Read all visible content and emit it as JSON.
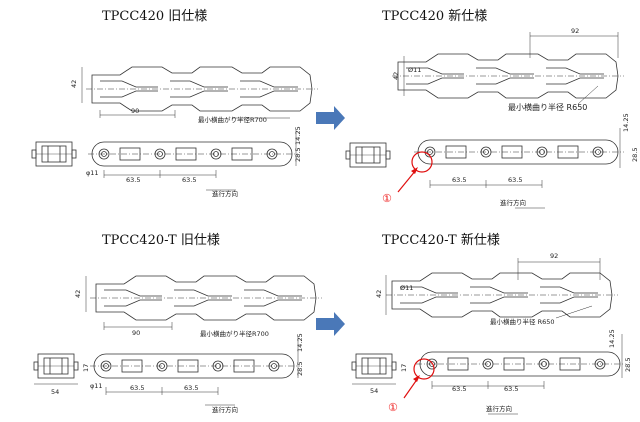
{
  "titles": {
    "tl": "TPCC420 旧仕様",
    "tr": "TPCC420 新仕様",
    "bl": "TPCC420-T 旧仕様",
    "br": "TPCC420-T 新仕様"
  },
  "old": {
    "dim_90": "90",
    "dim_42": "42",
    "dim_14_25": "14.25",
    "dim_28_5": "28.5",
    "dim_phi11": "φ11",
    "dim_63_5a": "63.5",
    "dim_63_5b": "63.5",
    "radius_label": "最小横曲がり半径R700",
    "direction": "進行方向",
    "dim_54": "54",
    "dim_17": "17"
  },
  "new": {
    "dim_92": "92",
    "dim_42": "42",
    "dim_phi11": "Ø11",
    "radius_label": "最小横曲り半径 R650",
    "dim_14_25": "14.25",
    "dim_28_5": "28.5",
    "dim_63_5a": "63.5",
    "dim_63_5b": "63.5",
    "direction": "進行方向",
    "marker": "①",
    "dim_54": "54",
    "dim_17": "17"
  },
  "colors": {
    "arrow": "#4a78b8",
    "marker": "#e01010",
    "line": "#333333"
  }
}
